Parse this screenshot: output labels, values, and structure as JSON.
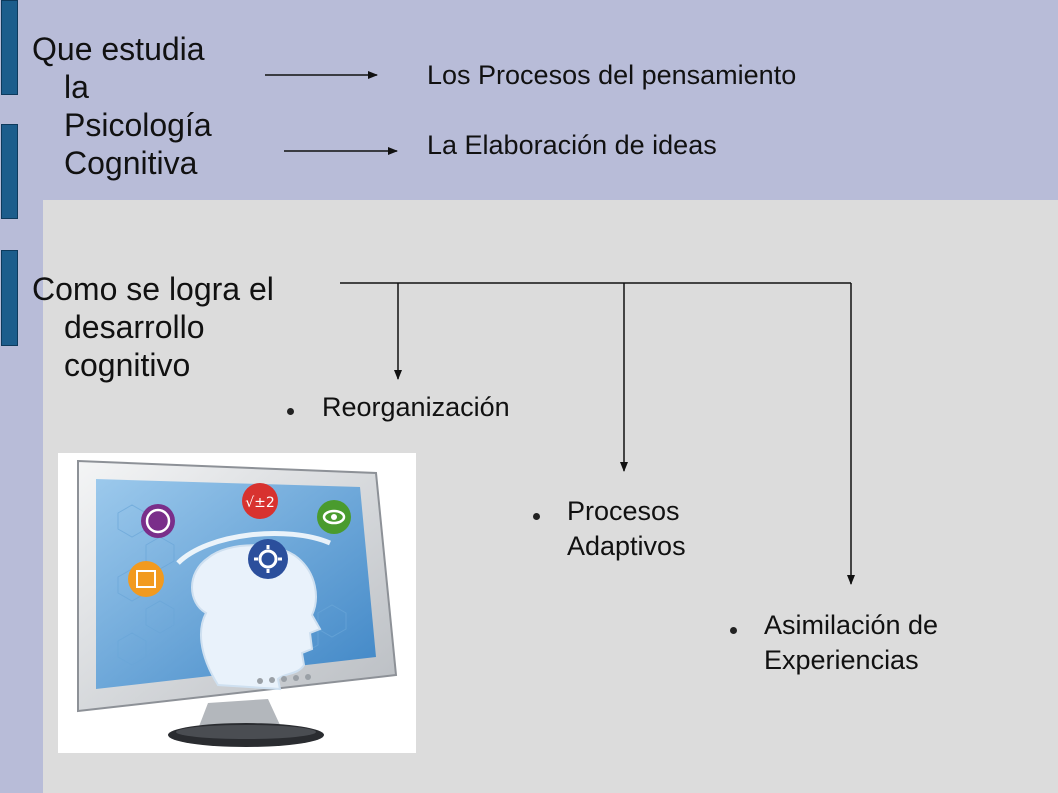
{
  "section1": {
    "heading_lines": [
      "Que estudia",
      "la",
      "Psicología",
      "Cognitiva"
    ],
    "targets": [
      "Los Procesos del pensamiento",
      "La Elaboración de ideas"
    ]
  },
  "section2": {
    "heading_lines": [
      "Como se logra el",
      "desarrollo",
      "cognitivo"
    ],
    "items": [
      {
        "lines": [
          "Reorganización"
        ]
      },
      {
        "lines": [
          "Procesos",
          "Adaptivos"
        ]
      },
      {
        "lines": [
          "Asimilación de",
          "Experiencias"
        ]
      }
    ]
  },
  "image": {
    "description_icon": "computer-monitor-head-icon",
    "badge_text": "√±2"
  },
  "colors": {
    "top_band": "#b8bcd8",
    "content_bg": "#dcdcdc",
    "marker": "#1c5d8c",
    "text": "#111111"
  }
}
